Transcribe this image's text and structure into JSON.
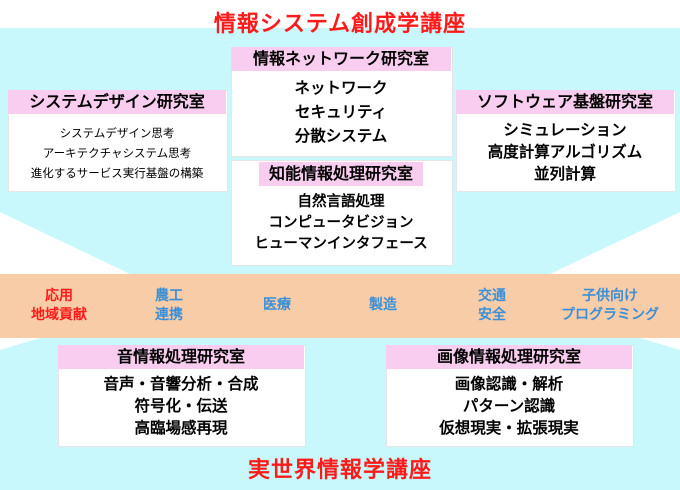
{
  "top_title": "情報システム創成学講座",
  "bottom_title": "実世界情報学講座",
  "colors": {
    "title_red": "#ff1a1a",
    "label_pink": "#f9cdf0",
    "band_orange": "#f9cca8",
    "band_text_blue": "#3b8fd6",
    "region_cyan": "#c8f8fc"
  },
  "labs": {
    "system_design": {
      "name": "システムデザイン研究室",
      "topics": [
        "システムデザイン思考",
        "アーキテクチャシステム思考",
        "進化するサービス実行基盤の構築"
      ]
    },
    "network": {
      "name": "情報ネットワーク研究室",
      "topics": [
        "ネットワーク",
        "セキュリティ",
        "分散システム"
      ]
    },
    "software": {
      "name": "ソフトウェア基盤研究室",
      "topics": [
        "シミュレーション",
        "高度計算アルゴリズム",
        "並列計算"
      ]
    },
    "intelligent": {
      "name": "知能情報処理研究室",
      "topics": [
        "自然言語処理",
        "コンピュータビジョン",
        "ヒューマンインタフェース"
      ]
    },
    "audio": {
      "name": "音情報処理研究室",
      "topics": [
        "音声・音響分析・合成",
        "符号化・伝送",
        "高臨場感再現"
      ]
    },
    "image": {
      "name": "画像情報処理研究室",
      "topics": [
        "画像認識・解析",
        "パターン認識",
        "仮想現実・拡張現実"
      ]
    }
  },
  "applications": {
    "heading": [
      "応用",
      "地域貢献"
    ],
    "items": [
      [
        "農工",
        "連携"
      ],
      [
        "医療"
      ],
      [
        "製造"
      ],
      [
        "交通",
        "安全"
      ],
      [
        "子供向け",
        "プログラミング"
      ]
    ]
  }
}
